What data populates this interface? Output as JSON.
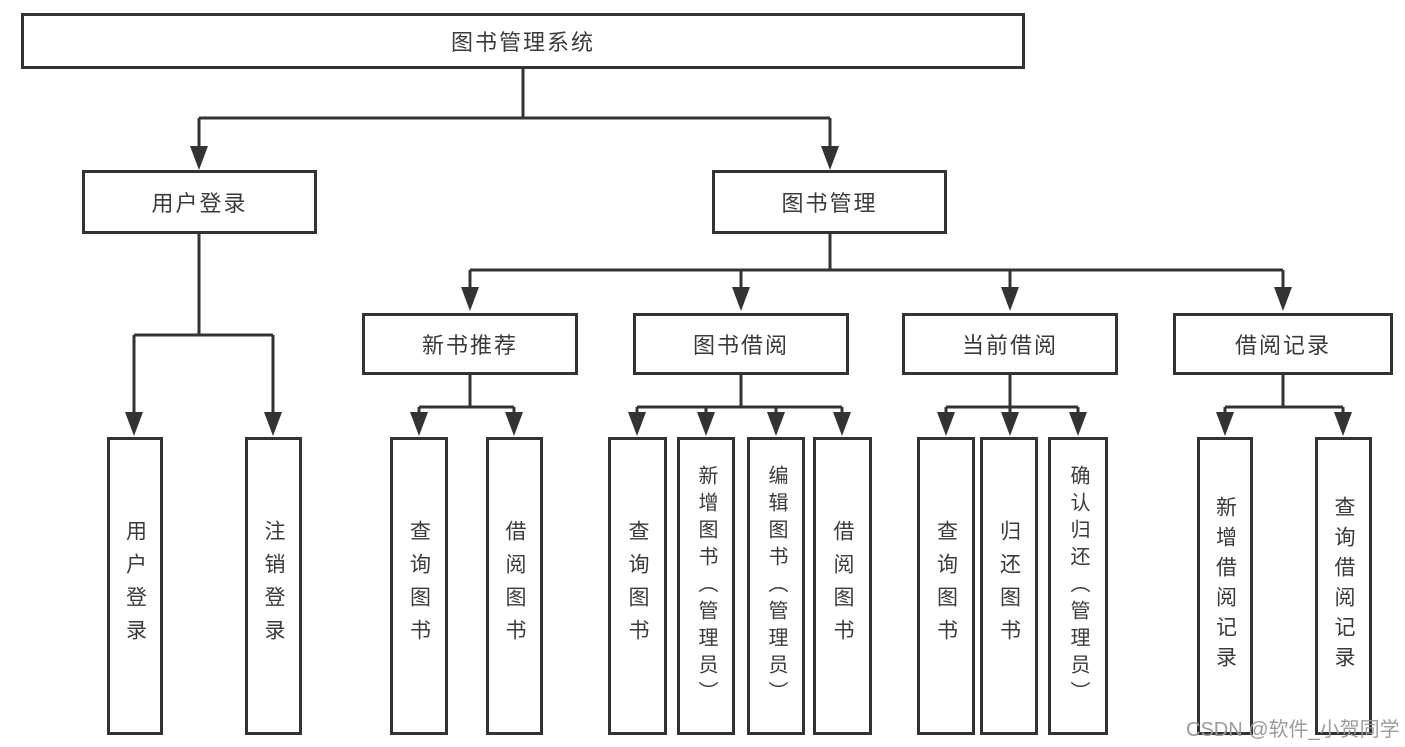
{
  "tree": {
    "label": "图书管理系统",
    "children": [
      {
        "label": "用户登录",
        "children": [
          {
            "label": "用户登录"
          },
          {
            "label": "注销登录"
          }
        ]
      },
      {
        "label": "图书管理",
        "children": [
          {
            "label": "新书推荐",
            "children": [
              {
                "label": "查询图书"
              },
              {
                "label": "借阅图书"
              }
            ]
          },
          {
            "label": "图书借阅",
            "children": [
              {
                "label": "查询图书"
              },
              {
                "label": "新增图书（管理员）"
              },
              {
                "label": "编辑图书（管理员）"
              },
              {
                "label": "借阅图书"
              }
            ]
          },
          {
            "label": "当前借阅",
            "children": [
              {
                "label": "查询图书"
              },
              {
                "label": "归还图书"
              },
              {
                "label": "确认归还（管理员）"
              }
            ]
          },
          {
            "label": "借阅记录",
            "children": [
              {
                "label": "新增借阅记录"
              },
              {
                "label": "查询借阅记录"
              }
            ]
          }
        ]
      }
    ]
  },
  "watermark": {
    "text": "CSDN @软件_小贺同学"
  },
  "colors": {
    "line": "#333333",
    "text": "#3a3a3a",
    "watermark": "#9b9b9b",
    "background": "#ffffff"
  }
}
